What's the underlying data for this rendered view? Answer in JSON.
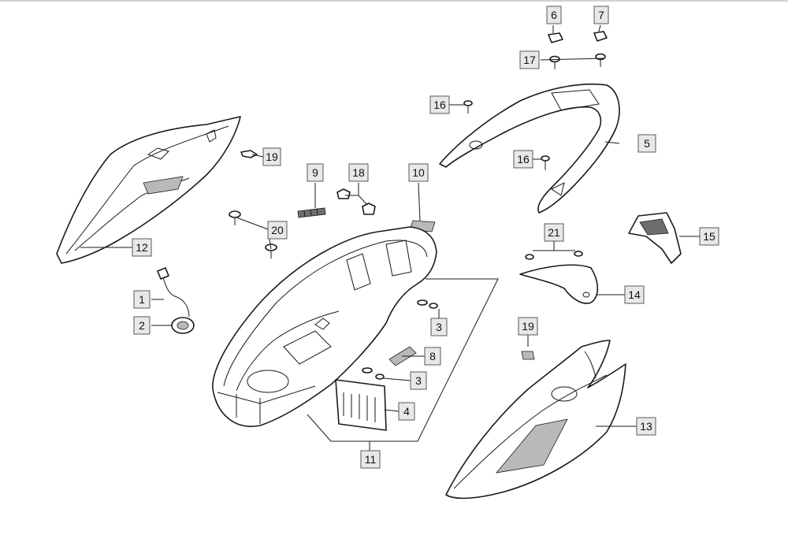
{
  "callouts": [
    {
      "id": "c1",
      "label": "1"
    },
    {
      "id": "c2",
      "label": "2"
    },
    {
      "id": "c3a",
      "label": "3"
    },
    {
      "id": "c3b",
      "label": "3"
    },
    {
      "id": "c4",
      "label": "4"
    },
    {
      "id": "c5",
      "label": "5"
    },
    {
      "id": "c6",
      "label": "6"
    },
    {
      "id": "c7",
      "label": "7"
    },
    {
      "id": "c8",
      "label": "8"
    },
    {
      "id": "c9",
      "label": "9"
    },
    {
      "id": "c10",
      "label": "10"
    },
    {
      "id": "c11",
      "label": "11"
    },
    {
      "id": "c12",
      "label": "12"
    },
    {
      "id": "c13",
      "label": "13"
    },
    {
      "id": "c14",
      "label": "14"
    },
    {
      "id": "c15",
      "label": "15"
    },
    {
      "id": "c16a",
      "label": "16"
    },
    {
      "id": "c16b",
      "label": "16"
    },
    {
      "id": "c17",
      "label": "17"
    },
    {
      "id": "c18",
      "label": "18"
    },
    {
      "id": "c19a",
      "label": "19"
    },
    {
      "id": "c19b",
      "label": "19"
    },
    {
      "id": "c20",
      "label": "20"
    },
    {
      "id": "c21",
      "label": "21"
    }
  ]
}
